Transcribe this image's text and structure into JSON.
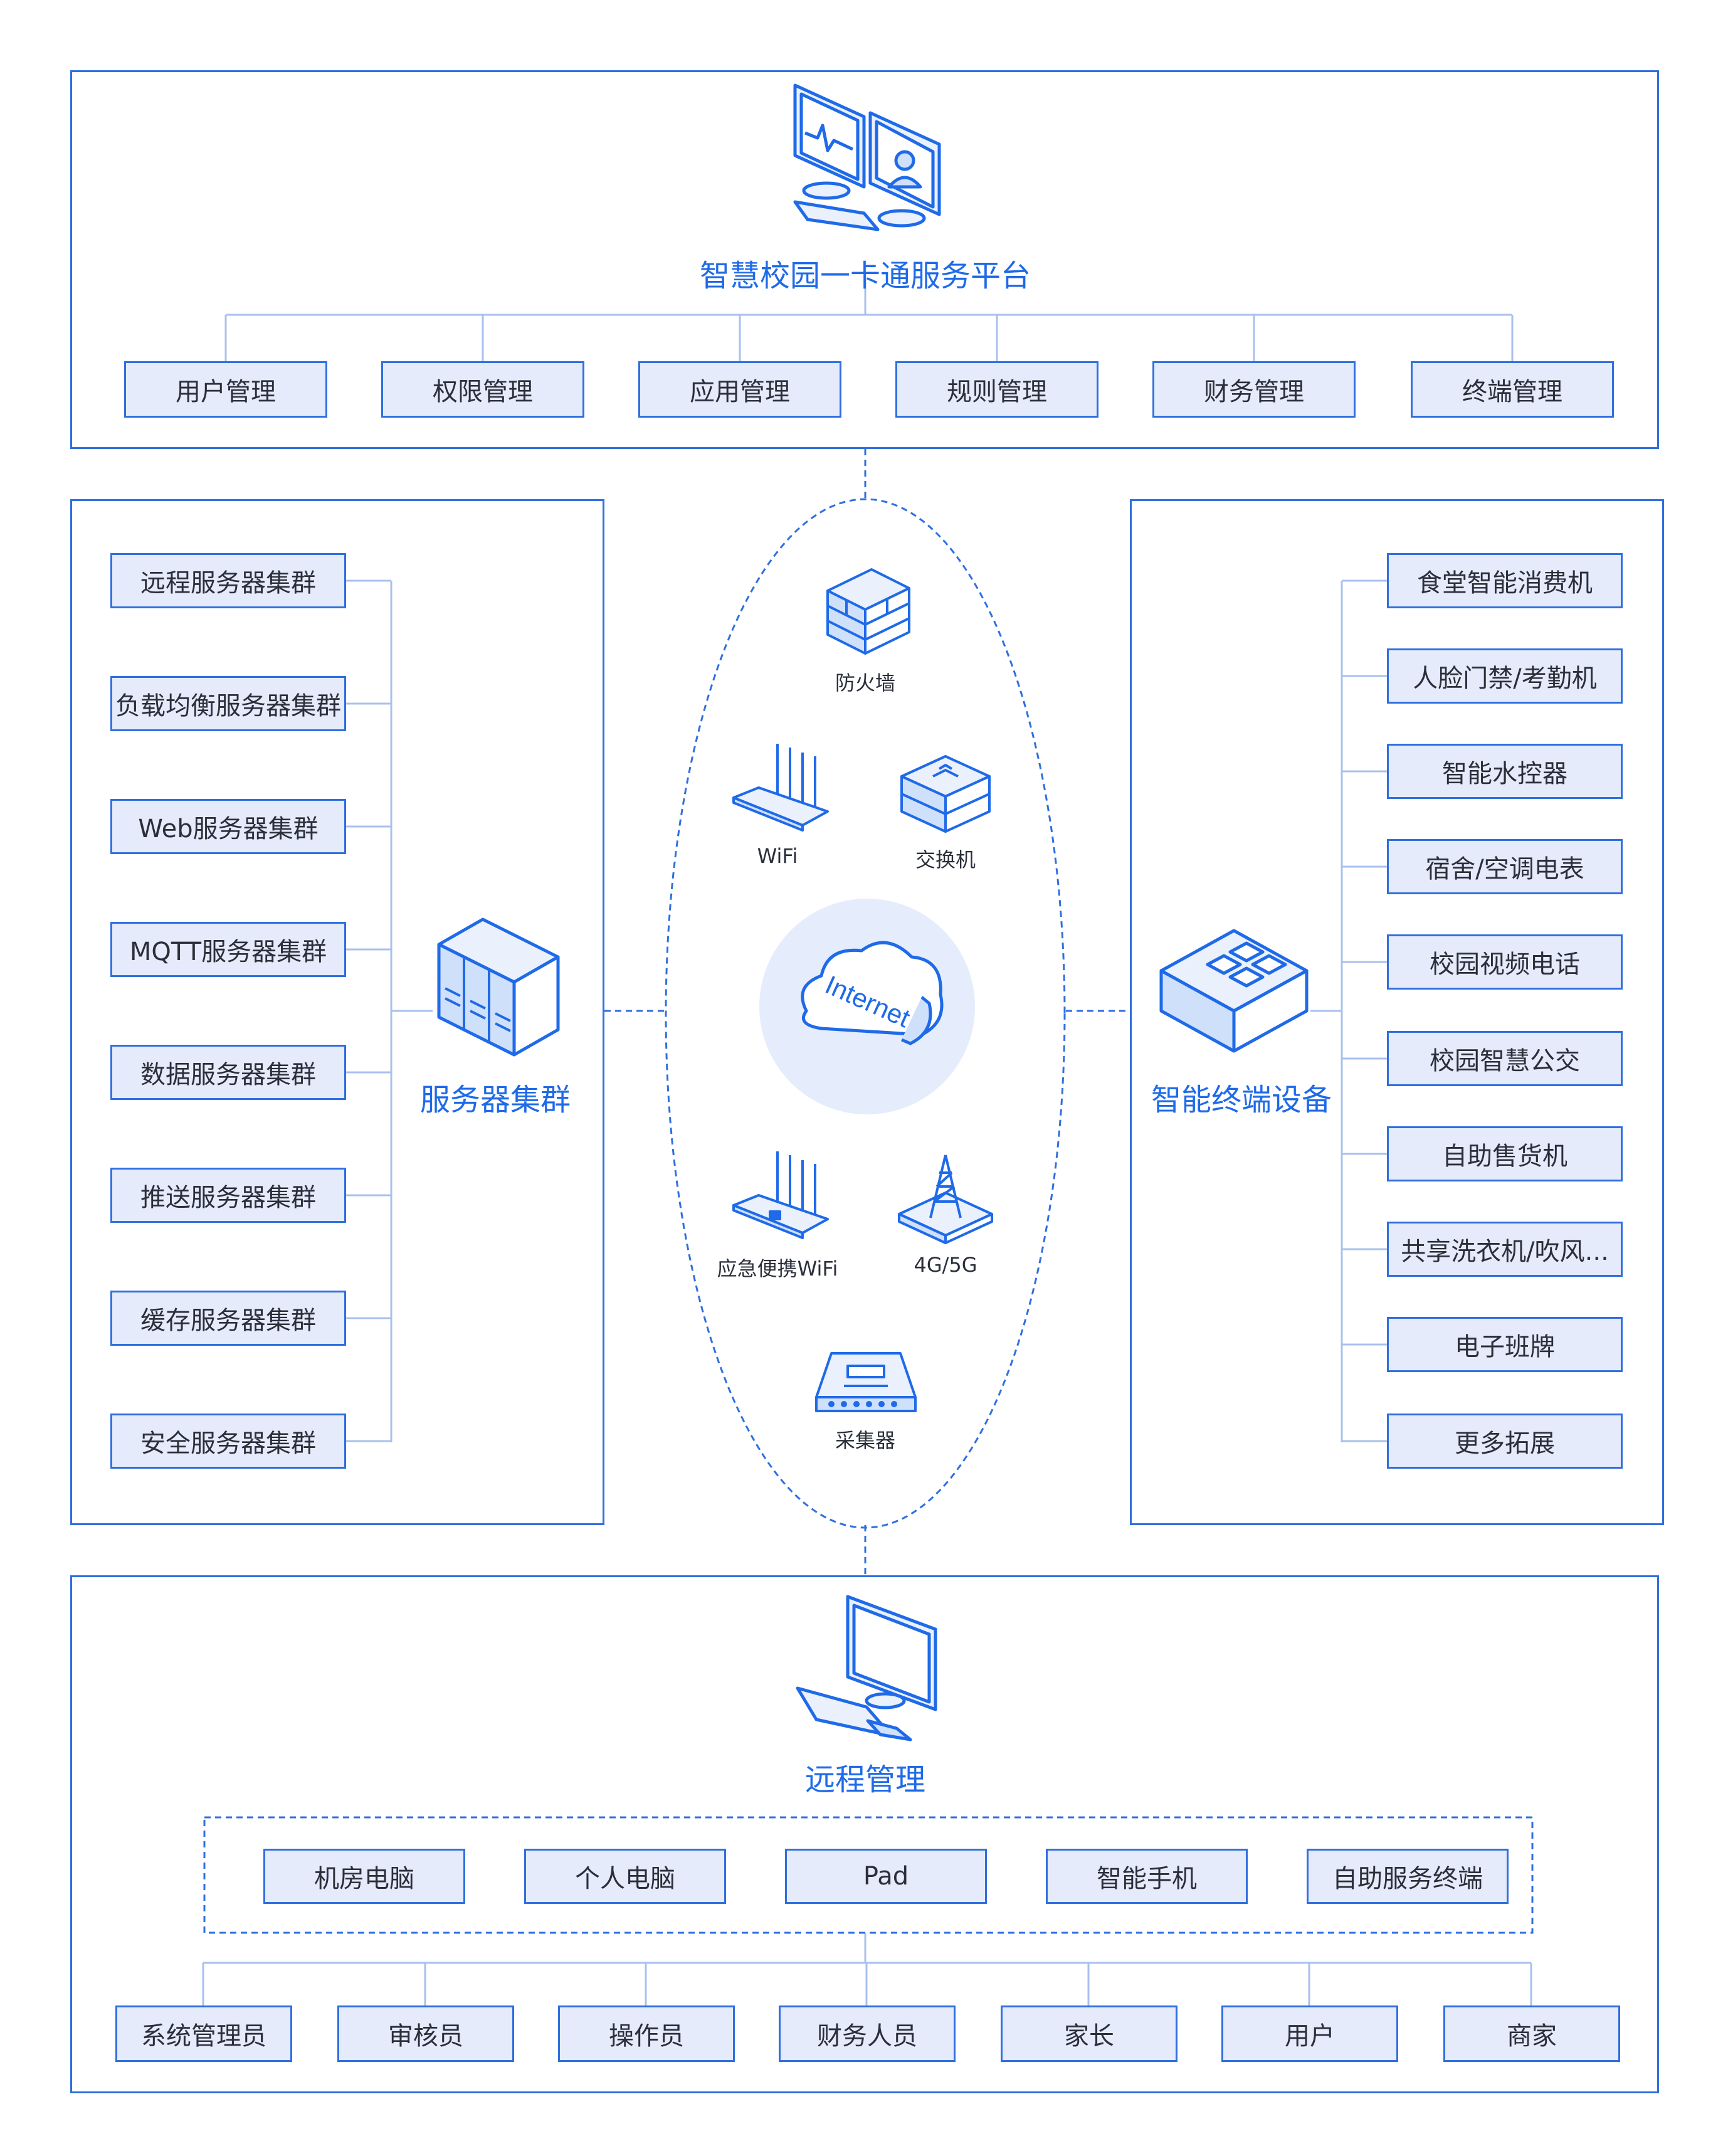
{
  "top": {
    "title": "智慧校园一卡通服务平台",
    "modules": [
      "用户管理",
      "权限管理",
      "应用管理",
      "规则管理",
      "财务管理",
      "终端管理"
    ]
  },
  "left": {
    "title": "服务器集群",
    "items": [
      "远程服务器集群",
      "负载均衡服务器集群",
      "Web服务器集群",
      "MQTT服务器集群",
      "数据服务器集群",
      "推送服务器集群",
      "缓存服务器集群",
      "安全服务器集群"
    ]
  },
  "right": {
    "title": "智能终端设备",
    "items": [
      "食堂智能消费机",
      "人脸门禁/考勤机",
      "智能水控器",
      "宿舍/空调电表",
      "校园视频电话",
      "校园智慧公交",
      "自助售货机",
      "共享洗衣机/吹风...",
      "电子班牌",
      "更多拓展"
    ]
  },
  "center": {
    "firewall": "防火墙",
    "wifi": "WiFi",
    "switch": "交换机",
    "internet": "Internet",
    "portable_wifi": "应急便携WiFi",
    "cellular": "4G/5G",
    "collector": "采集器"
  },
  "bottom": {
    "title": "远程管理",
    "devices": [
      "机房电脑",
      "个人电脑",
      "Pad",
      "智能手机",
      "自助服务终端"
    ],
    "roles": [
      "系统管理员",
      "审核员",
      "操作员",
      "财务人员",
      "家长",
      "用户",
      "商家"
    ]
  },
  "colors": {
    "accent": "#2f6fe0",
    "box_fill": "#e5ebfa",
    "title": "#1f6ae8"
  }
}
